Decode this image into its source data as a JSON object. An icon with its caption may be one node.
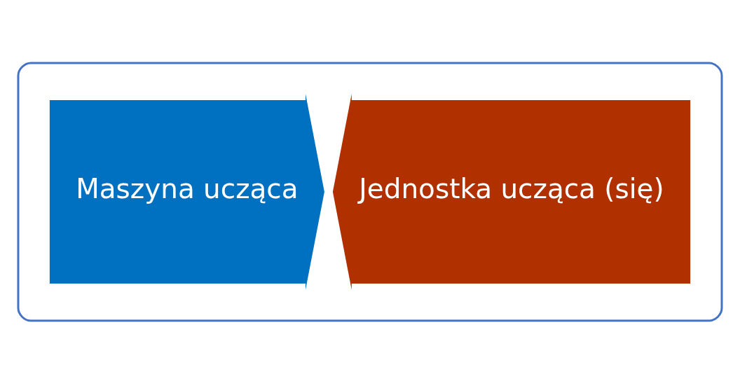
{
  "diagram": {
    "nodes": [
      {
        "text": [],
        "shape": "box"
      },
      {
        "text": [
          "Maszyna ucząca"
        ],
        "in": 0
      },
      {
        "text": [
          "Jednostka ucząca (się)"
        ],
        "in": 0
      }
    ]
  }
}
